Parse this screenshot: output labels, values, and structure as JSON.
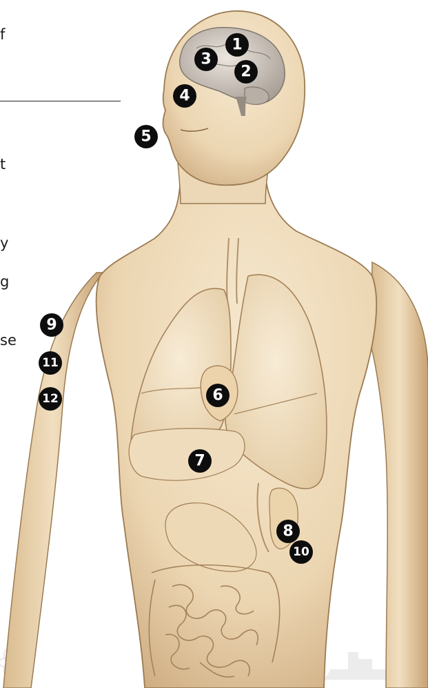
{
  "text_fragments": [
    "f",
    "t",
    "y",
    "g",
    "se"
  ],
  "markers": [
    {
      "id": "1",
      "label": "1"
    },
    {
      "id": "2",
      "label": "2"
    },
    {
      "id": "3",
      "label": "3"
    },
    {
      "id": "4",
      "label": "4"
    },
    {
      "id": "5",
      "label": "5"
    },
    {
      "id": "6",
      "label": "6"
    },
    {
      "id": "7",
      "label": "7"
    },
    {
      "id": "8",
      "label": "8"
    },
    {
      "id": "9",
      "label": "9"
    },
    {
      "id": "10",
      "label": "10"
    },
    {
      "id": "11",
      "label": "11"
    },
    {
      "id": "12",
      "label": "12"
    }
  ],
  "colors": {
    "skin": "#efdcbc",
    "skin_shadow": "#b89466",
    "outline": "#8a6a45",
    "organ": "#f4e4c8",
    "brain": "#d9d0c6",
    "marker": "#0d0d0d"
  }
}
